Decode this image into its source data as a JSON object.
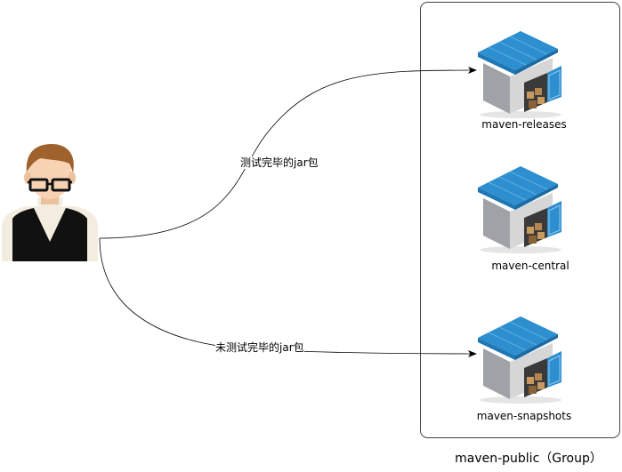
{
  "developer": {
    "icon": "developer-person-icon"
  },
  "edges": [
    {
      "label": "测试完毕的jar包",
      "target": "maven-releases"
    },
    {
      "label": "未测试完毕的jar包",
      "target": "maven-snapshots"
    }
  ],
  "group": {
    "label": "maven-public（Group）",
    "repositories": [
      {
        "name": "maven-releases",
        "icon": "warehouse-icon"
      },
      {
        "name": "maven-central",
        "icon": "warehouse-icon"
      },
      {
        "name": "maven-snapshots",
        "icon": "warehouse-icon"
      }
    ]
  },
  "colors": {
    "roof": "#2d8fcf",
    "wall": "#d6d6d6",
    "hair": "#a0622d",
    "skin": "#f7d3b4",
    "vest": "#111111",
    "shirt": "#f3ede0"
  }
}
